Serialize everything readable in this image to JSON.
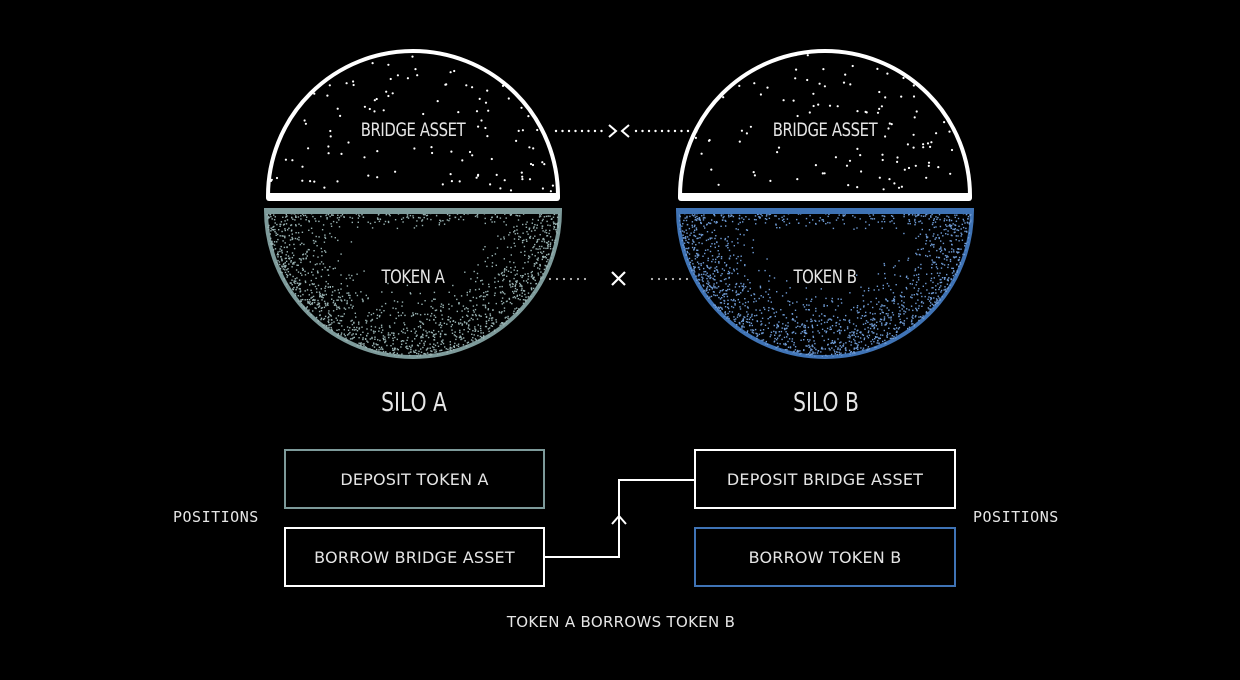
{
  "colors": {
    "background": "#000000",
    "bridge_outline": "#ffffff",
    "silo_a_accent": "#7d9a9a",
    "silo_b_accent": "#3f73b5",
    "text": "#e6e6e6"
  },
  "silos": [
    {
      "name": "SILO A",
      "top_dome_label": "BRIDGE ASSET",
      "bottom_dome_label": "TOKEN A",
      "accent": "#7d9a9a",
      "positions_label": "POSITIONS",
      "positions": [
        {
          "label": "DEPOSIT TOKEN A",
          "border": "#7d9a9a"
        },
        {
          "label": "BORROW BRIDGE ASSET",
          "border": "#ffffff"
        }
      ]
    },
    {
      "name": "SILO B",
      "top_dome_label": "BRIDGE ASSET",
      "bottom_dome_label": "TOKEN B",
      "accent": "#3f73b5",
      "positions_label": "POSITIONS",
      "positions": [
        {
          "label": "DEPOSIT BRIDGE ASSET",
          "border": "#ffffff"
        },
        {
          "label": "BORROW TOKEN B",
          "border": "#3f73b5"
        }
      ]
    }
  ],
  "connectors": {
    "bridge_link": {
      "type": "dotted-arrows-converging",
      "glyph": "><"
    },
    "token_link": {
      "type": "dotted-cross",
      "glyph": "×"
    },
    "flow": {
      "from": "BORROW BRIDGE ASSET",
      "to": "DEPOSIT BRIDGE ASSET",
      "icon": "arrow-up-icon"
    }
  },
  "caption": "TOKEN A BORROWS TOKEN B"
}
